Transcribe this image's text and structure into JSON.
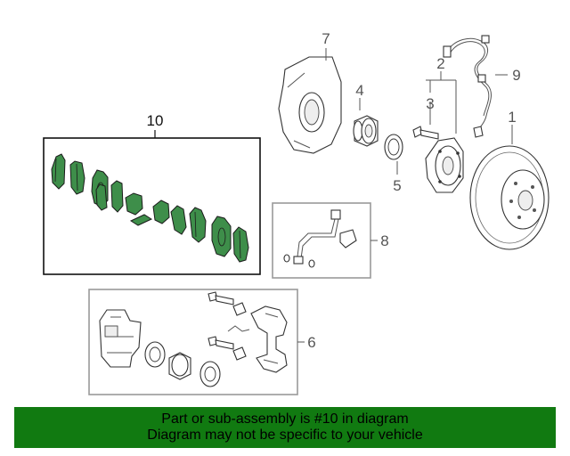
{
  "callouts": {
    "c1": "1",
    "c2": "2",
    "c3": "3",
    "c4": "4",
    "c5": "5",
    "c6": "6",
    "c7": "7",
    "c8": "8",
    "c9": "9",
    "c10": "10"
  },
  "banner": {
    "line1": "Part or sub-assembly is #10 in diagram",
    "line2": "Diagram may not be specific to your vehicle"
  },
  "colors": {
    "highlight_green": "#3e8e4a",
    "banner_green": "#117a11"
  }
}
